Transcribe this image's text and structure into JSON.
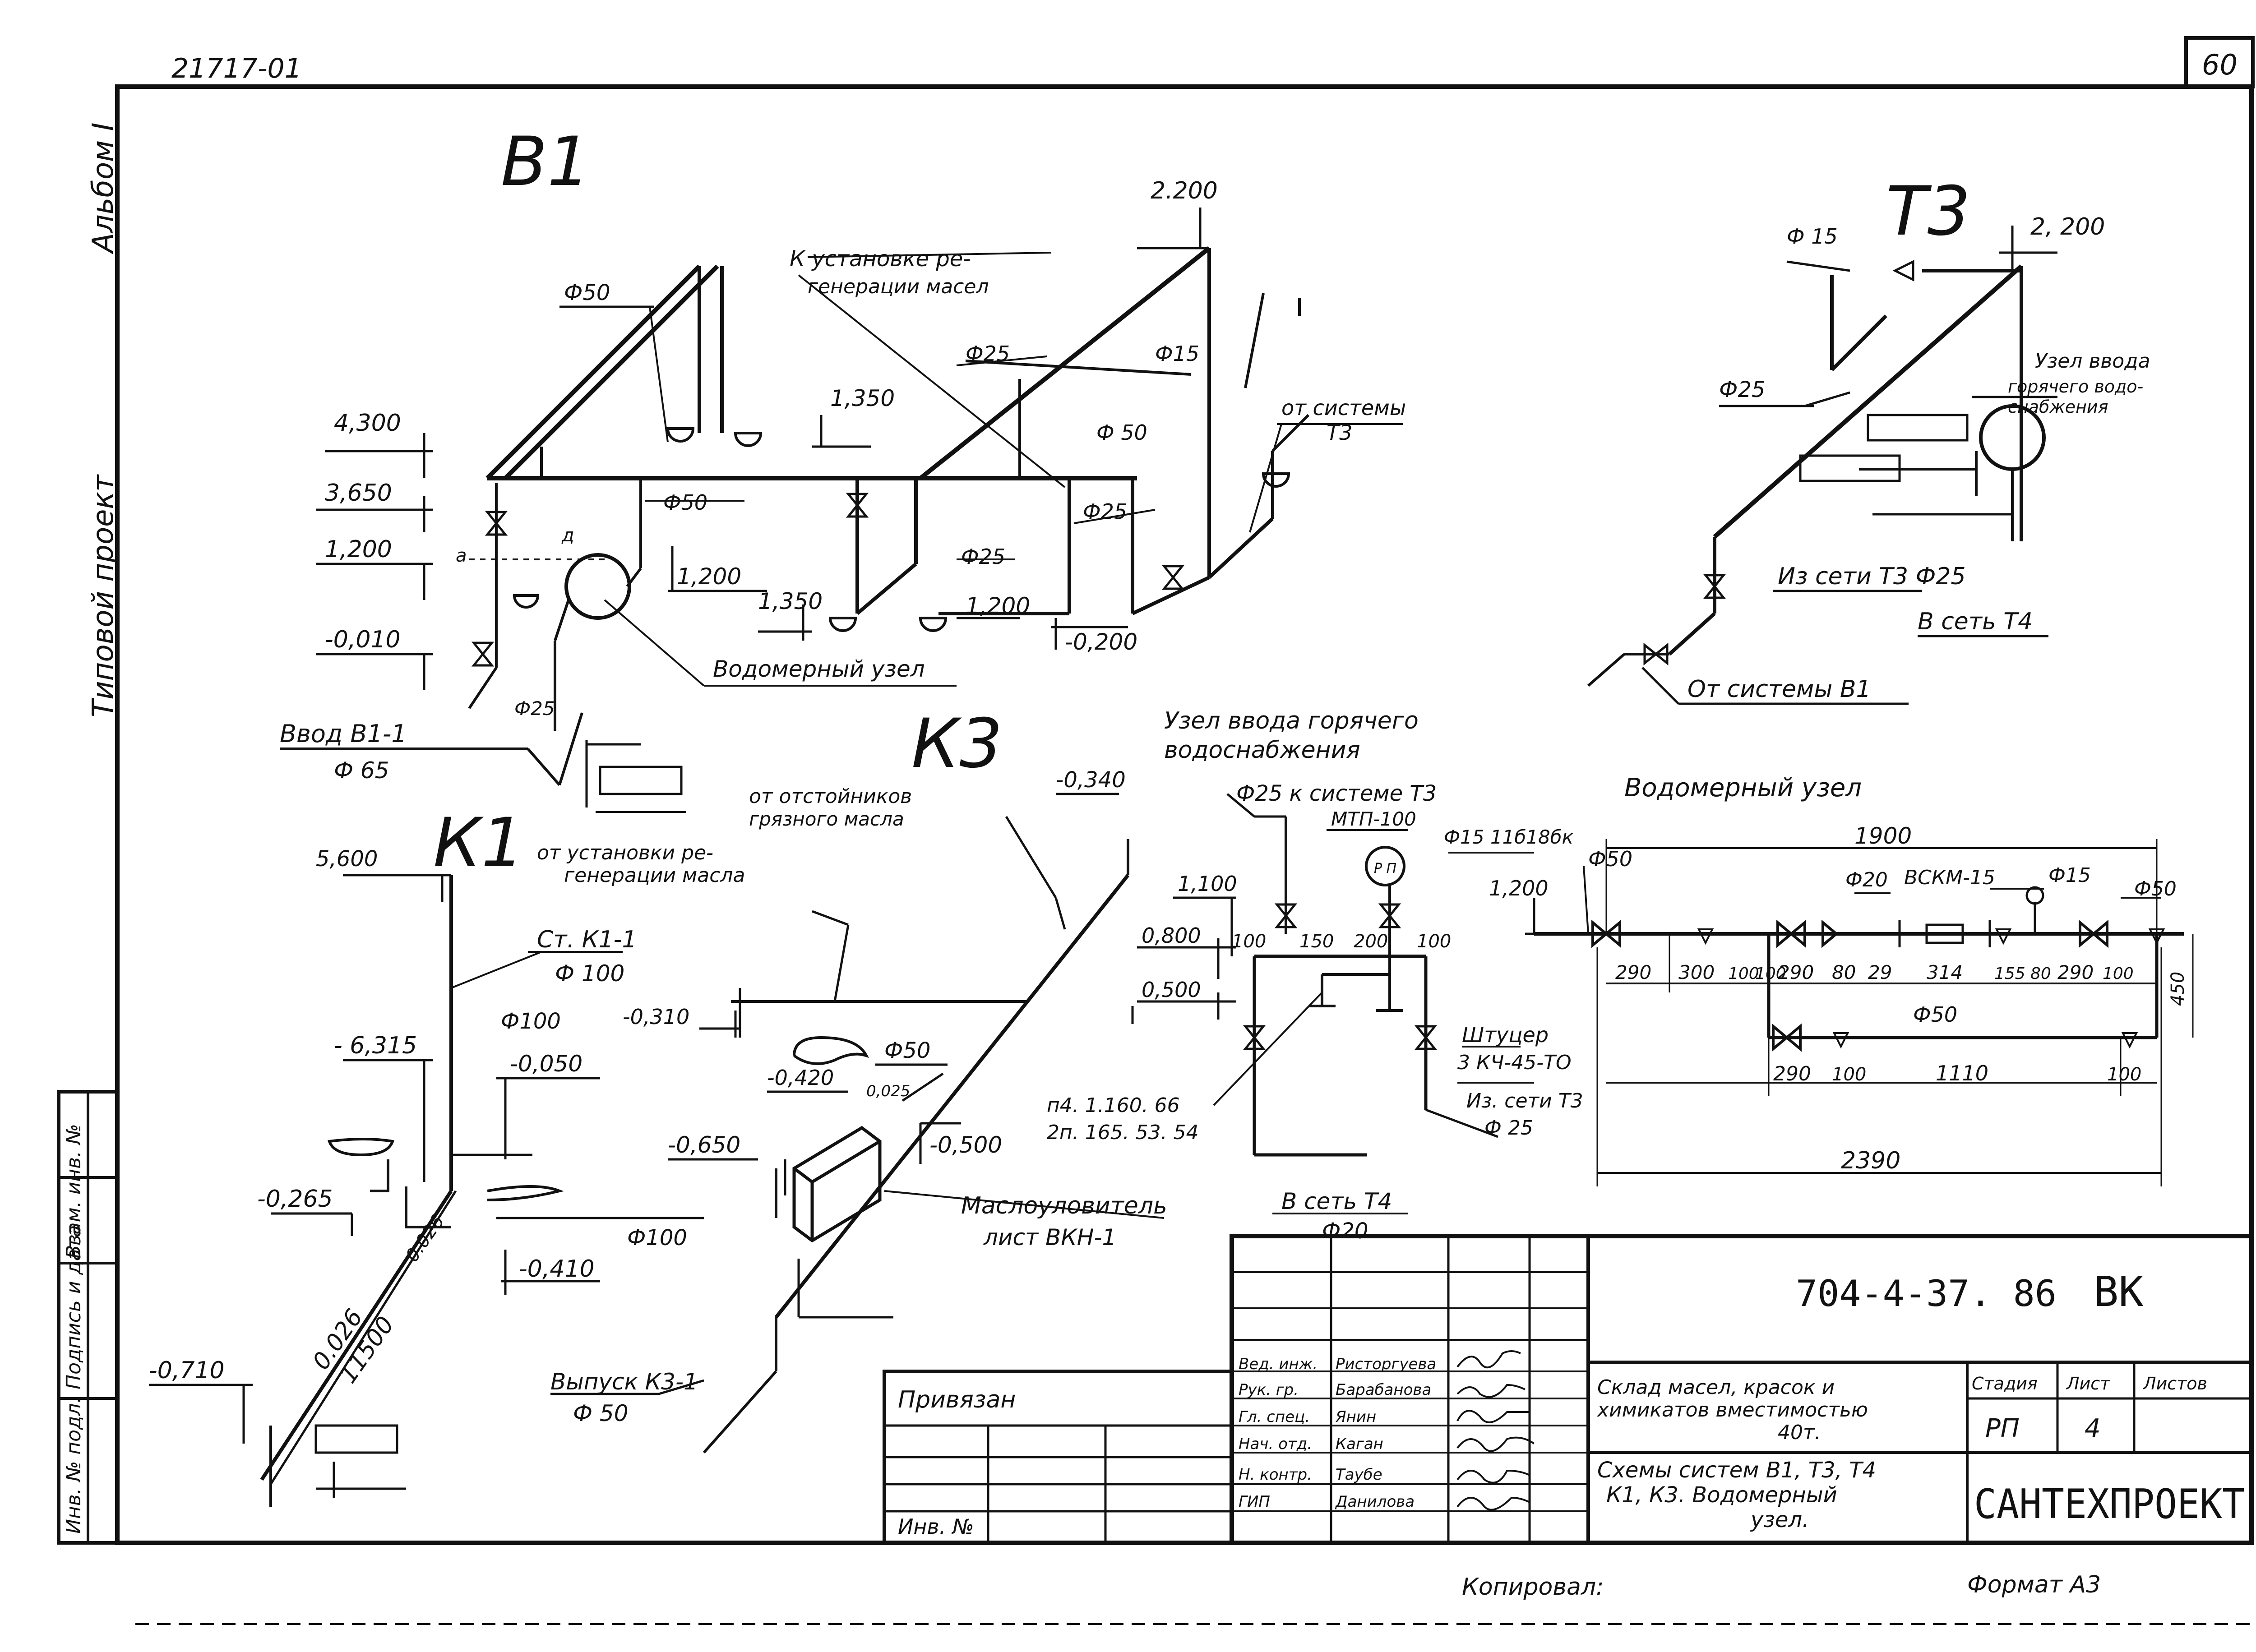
{
  "sheet": {
    "drawing_number_top": "21717-01",
    "sheet_number": "60",
    "album": "Альбом I",
    "project_kind": "Типовой проект",
    "copied_by": "Копировал:",
    "format": "Формат А3"
  },
  "left_strip": {
    "cell1": "Инв. № подл.",
    "cell2": "Подпись и дата",
    "cell3": "Взам. инв. №"
  },
  "system_b1": {
    "title": "В1",
    "d50_top": "Ф50",
    "to_regen": "К установке ре-",
    "to_regen2": "генерации масел",
    "level_2200": "2.200",
    "d25": "Ф25",
    "d15": "Ф15",
    "level_4300": "4,300",
    "level_3650": "3,650",
    "level_1200a": "1,200",
    "level_0010": "-0,010",
    "level_1350a": "1,350",
    "d50_mid": "Ф50",
    "d50_b": "Ф 50",
    "d25b": "Ф25",
    "d25c": "Ф25",
    "level_1200b": "1,200",
    "level_1350b": "1,350",
    "level_1200c": "1,200",
    "level_0200": "-0,200",
    "from_t3": "от системы",
    "from_t3b": "Т3",
    "meter_node": "Водомерный узел",
    "label_a": "а",
    "label_d": "д",
    "d25_inlet": "Ф25",
    "inlet": "Ввод В1-1",
    "d65": "Ф 65"
  },
  "system_t3": {
    "title": "Т3",
    "d15": "Ф 15",
    "level_2200": "2, 200",
    "d25": "Ф25",
    "hot_node1": "Узел ввода",
    "hot_node2": "горячего водо-",
    "hot_node3": "снабжения",
    "from_net": "Из сети Т3 Ф25",
    "to_net": "В сеть Т4",
    "from_b1": "От системы В1"
  },
  "system_k1": {
    "title": "К1",
    "level_5600": "5,600",
    "from_regen1": "от установки ре-",
    "from_regen2": "генерации масла",
    "riser": "Ст. К1-1",
    "d100a": "Ф 100",
    "level_6315": "- 6,315",
    "d100b": "Ф100",
    "level_0050": "-0,050",
    "level_0265": "-0,265",
    "slope1": "0.026",
    "d100c": "Ф100",
    "level_0410": "-0,410",
    "slope2": "0.026",
    "length": "11500",
    "level_0710": "-0,710"
  },
  "system_k3": {
    "title": "К3",
    "from_settlers1": "от отстойников",
    "from_settlers2": "грязного масла",
    "level_0340": "-0,340",
    "level_0310": "-0,310",
    "d50": "Ф50",
    "level_0420": "-0,420",
    "slope": "0,025",
    "level_0650": "-0,650",
    "level_0500": "-0,500",
    "trap1": "Маслоуловитель",
    "trap2": "лист ВКН-1",
    "outlet": "Выпуск К3-1",
    "d50b": "Ф 50"
  },
  "hot_node": {
    "title1": "Узел ввода горячего",
    "title2": "водоснабжения",
    "to_t3": "Ф25 к системе Т3",
    "mtp": "МТП-100",
    "d15": "Ф15 11б18бк",
    "level_1100": "1,100",
    "level_0800": "0,800",
    "level_0500": "0,500",
    "dim100a": "100",
    "dim150": "150",
    "dim200": "200",
    "dim100b": "100",
    "fitting1": "Штуцер",
    "fitting2": "3 КЧ-45-ТО",
    "from_t3": "Из. сети Т3",
    "d25": "Ф 25",
    "ref1": "п4. 1.160. 66",
    "ref2": "2п. 165. 53. 54",
    "to_t4": "В сеть Т4",
    "d20": "Ф20",
    "gauge": "P П"
  },
  "meter_node": {
    "title": "Водомерный узел",
    "level_1200": "1,200",
    "d50a": "Ф50",
    "dim1900": "1900",
    "d20": "Ф20",
    "meter": "ВСКМ-15",
    "d15": "Ф15",
    "d50b": "Ф50",
    "dims_top": [
      "290",
      "300",
      "100",
      "100",
      "290",
      "80",
      "29",
      "314",
      "155",
      "80",
      "290",
      "100"
    ],
    "dim450": "450",
    "d50c": "Ф50",
    "dim290b": "290",
    "dim100c": "100",
    "dim1110": "1110",
    "dim100d": "100",
    "dim2390": "2390"
  },
  "title_block": {
    "tied": "Привязан",
    "inv": "Инв. №",
    "code": "704-4-37. 86",
    "code_suffix": "ВК",
    "object1": "Склад масел, красок и",
    "object2": "химикатов вместимостью",
    "object3": "40т.",
    "sheet_title1": "Схемы систем В1, Т3, Т4",
    "sheet_title2": "К1, К3. Водомерный",
    "sheet_title3": "узел.",
    "stage_h": "Стадия",
    "sheet_h": "Лист",
    "sheets_h": "Листов",
    "stage": "РП",
    "sheet_no": "4",
    "org": "САНТЕХПРОЕКТ",
    "roles": [
      "Вед. инж.",
      "Рук. гр.",
      "Гл. спец.",
      "Нач. отд.",
      "Н. контр.",
      "ГИП"
    ],
    "names": [
      "Ристоргуева",
      "Барабанова",
      "Янин",
      "Каган",
      "Таубе",
      "Данилова"
    ]
  }
}
